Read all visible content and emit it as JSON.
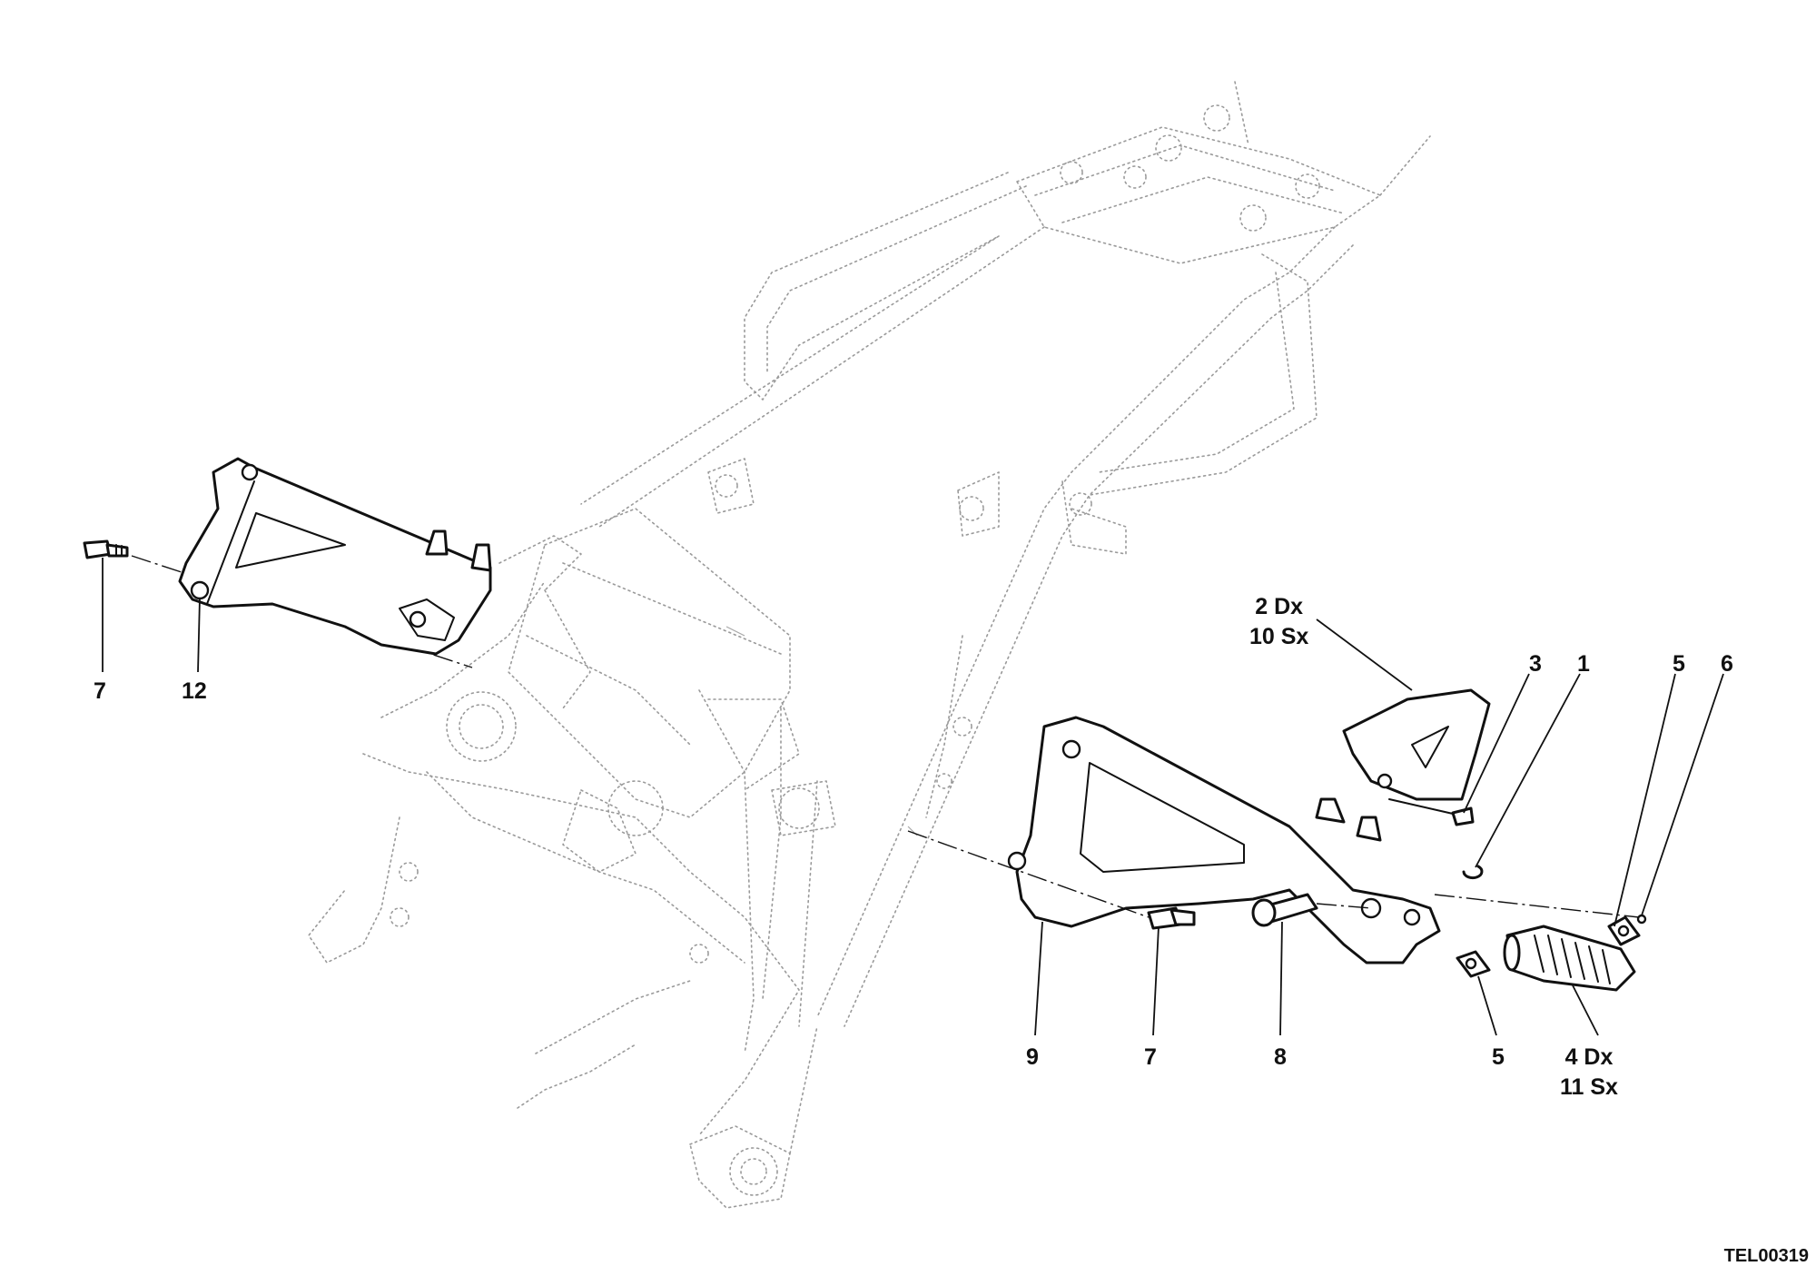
{
  "callouts": {
    "c7_left": "7",
    "c12": "12",
    "c2_10": [
      "2 Dx",
      "10 Sx"
    ],
    "c3": "3",
    "c1": "1",
    "c5_top": "5",
    "c6": "6",
    "c9": "9",
    "c7_right": "7",
    "c8": "8",
    "c5_bottom": "5",
    "c4_11": [
      "4 Dx",
      "11 Sx"
    ]
  },
  "drawing_code": "TEL00319"
}
